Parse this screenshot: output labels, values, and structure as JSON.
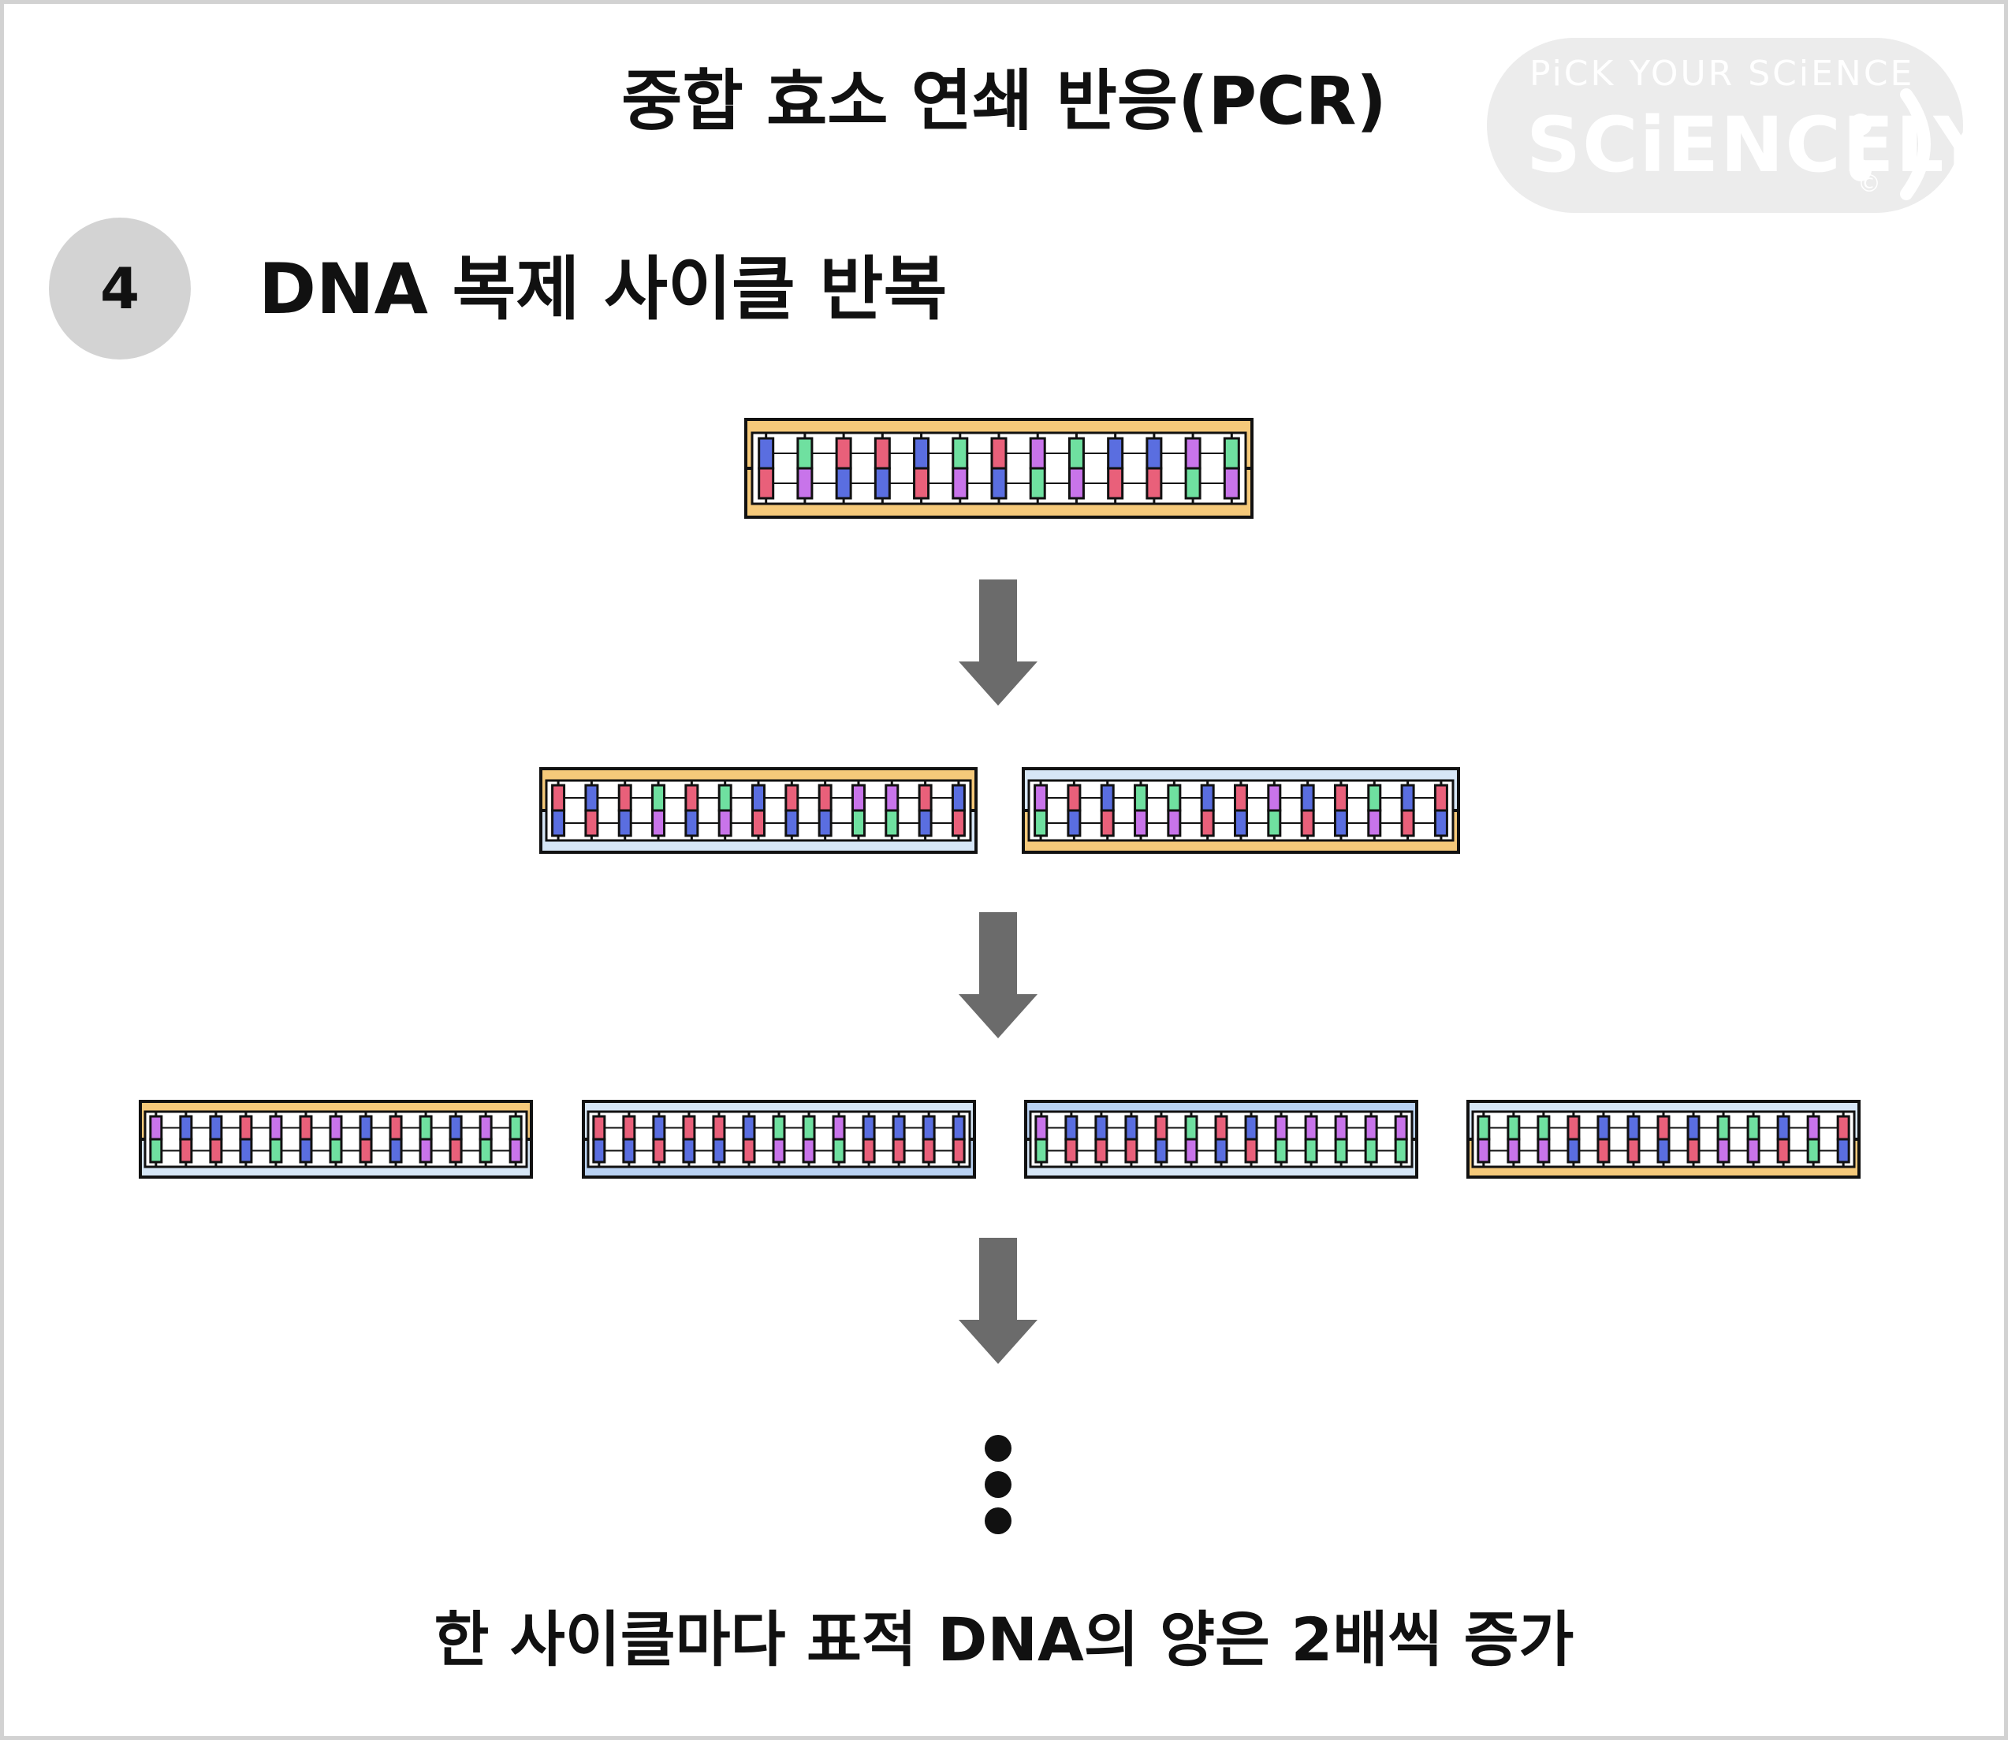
{
  "header": {
    "title": "중합 효소 연쇄 반응(PCR)"
  },
  "logo": {
    "line1": "PiCK YOUR SCiENCE",
    "line2": "SCiENCELY",
    "copyright": "©"
  },
  "step": {
    "number": "4",
    "title": "DNA 복제 사이클 반복"
  },
  "footer": {
    "conclusion": "한 사이클마다 표적 DNA의 양은 2배씩 증가"
  },
  "colors": {
    "strand_original": "#f5c97a",
    "strand_new_blue": "#b9d2f3",
    "strand_new_light": "#d6e6f6",
    "base_red": "#e9607a",
    "base_blue": "#5a6ee0",
    "base_green": "#6fe0a0",
    "base_purple": "#c874ea",
    "arrow": "#6b6b6b",
    "outline": "#111111"
  },
  "diagram": {
    "generations": [
      {
        "molecules": [
          {
            "top_strand": "original",
            "bottom_strand": "original"
          }
        ]
      },
      {
        "molecules": [
          {
            "top_strand": "original",
            "bottom_strand": "new"
          },
          {
            "top_strand": "new",
            "bottom_strand": "original"
          }
        ]
      },
      {
        "molecules": [
          {
            "top_strand": "original",
            "bottom_strand": "new"
          },
          {
            "top_strand": "new",
            "bottom_strand": "new"
          },
          {
            "top_strand": "new",
            "bottom_strand": "new"
          },
          {
            "top_strand": "new",
            "bottom_strand": "original"
          }
        ]
      }
    ],
    "arrow_count": 3,
    "continuation": "ellipsis"
  }
}
